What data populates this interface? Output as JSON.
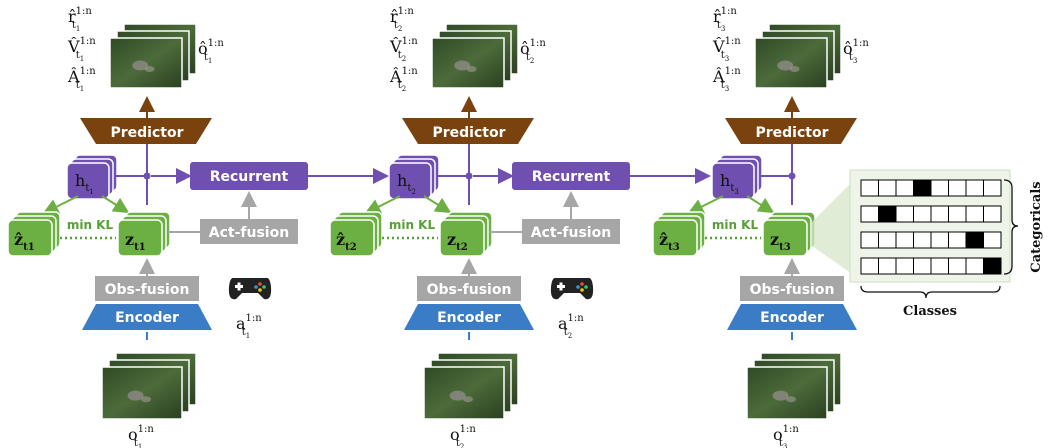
{
  "colors": {
    "purple": "#6f4fb0",
    "purple_edge": "#5a3d98",
    "green": "#6cb044",
    "green_edge": "#4f8f2f",
    "predictor": "#7a420f",
    "fusion": "#a6a6a6",
    "encoder": "#3a7dc6",
    "kl": "#56a134"
  },
  "blocks": {
    "predictor": "Predictor",
    "recurrent": "Recurrent",
    "act_fusion": "Act-fusion",
    "obs_fusion": "Obs-fusion",
    "encoder": "Encoder",
    "min_kl": "min KL"
  },
  "steps": [
    {
      "t": "t",
      "idx": "1"
    },
    {
      "t": "t",
      "idx": "2"
    },
    {
      "t": "t",
      "idx": "3"
    }
  ],
  "symbols": {
    "h": "h",
    "z": "z",
    "r_hat": "r̂",
    "v_hat": "V̂",
    "a_hat": "Â",
    "o_hat": "ô",
    "o": "o",
    "a": "a",
    "sup": "1:n"
  },
  "categorical": {
    "label_right": "Categoricals",
    "label_bottom": "Classes",
    "rows": 4,
    "cols": 8,
    "active": [
      3,
      1,
      6,
      7
    ]
  },
  "icons": {
    "gamepad": "gamepad-icon",
    "frames": "image-stack-icon"
  }
}
